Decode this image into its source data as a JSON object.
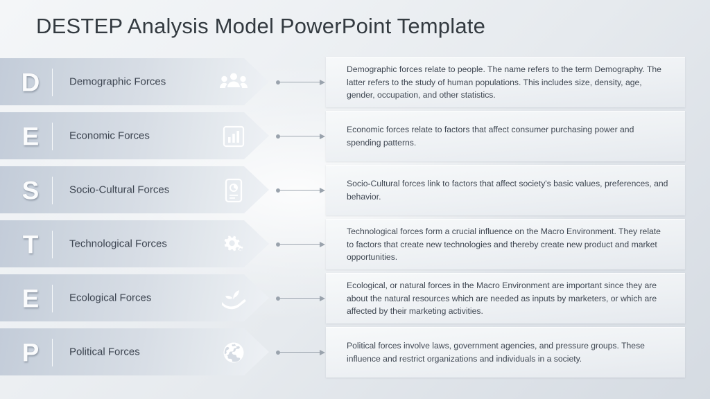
{
  "slide": {
    "title": "DESTEP Analysis Model PowerPoint Template"
  },
  "rows": [
    {
      "letter": "D",
      "label": "Demographic Forces",
      "icon": "people-group-icon",
      "description": "Demographic forces relate to people. The name refers to the term Demography. The latter refers to the study of human populations. This includes size, density, age, gender, occupation, and other statistics."
    },
    {
      "letter": "E",
      "label": "Economic Forces",
      "icon": "bar-chart-icon",
      "description": "Economic forces relate to factors that affect consumer purchasing power and spending patterns."
    },
    {
      "letter": "S",
      "label": "Socio-Cultural Forces",
      "icon": "mobile-analytics-icon",
      "description": "Socio-Cultural forces link to factors that affect society's basic values, preferences, and behavior."
    },
    {
      "letter": "T",
      "label": "Technological Forces",
      "icon": "gears-icon",
      "description": "Technological forces form a crucial influence on the Macro Environment. They relate to factors that create new technologies and thereby create new product and market opportunities."
    },
    {
      "letter": "E",
      "label": "Ecological Forces",
      "icon": "hand-plant-icon",
      "description": "Ecological, or natural forces in the Macro Environment are important since they are about the natural resources which are needed as inputs by marketers, or which are affected by their marketing activities."
    },
    {
      "letter": "P",
      "label": "Political Forces",
      "icon": "globe-icon",
      "description": "Political forces involve laws, government agencies, and pressure groups. These influence and restrict organizations and individuals in a society."
    }
  ],
  "colors": {
    "title": "#333a40",
    "chevron_light": "#eef1f5",
    "chevron_dark": "#c3ccd9",
    "arrow": "#9aa3ad",
    "body_text": "#3f4752"
  }
}
